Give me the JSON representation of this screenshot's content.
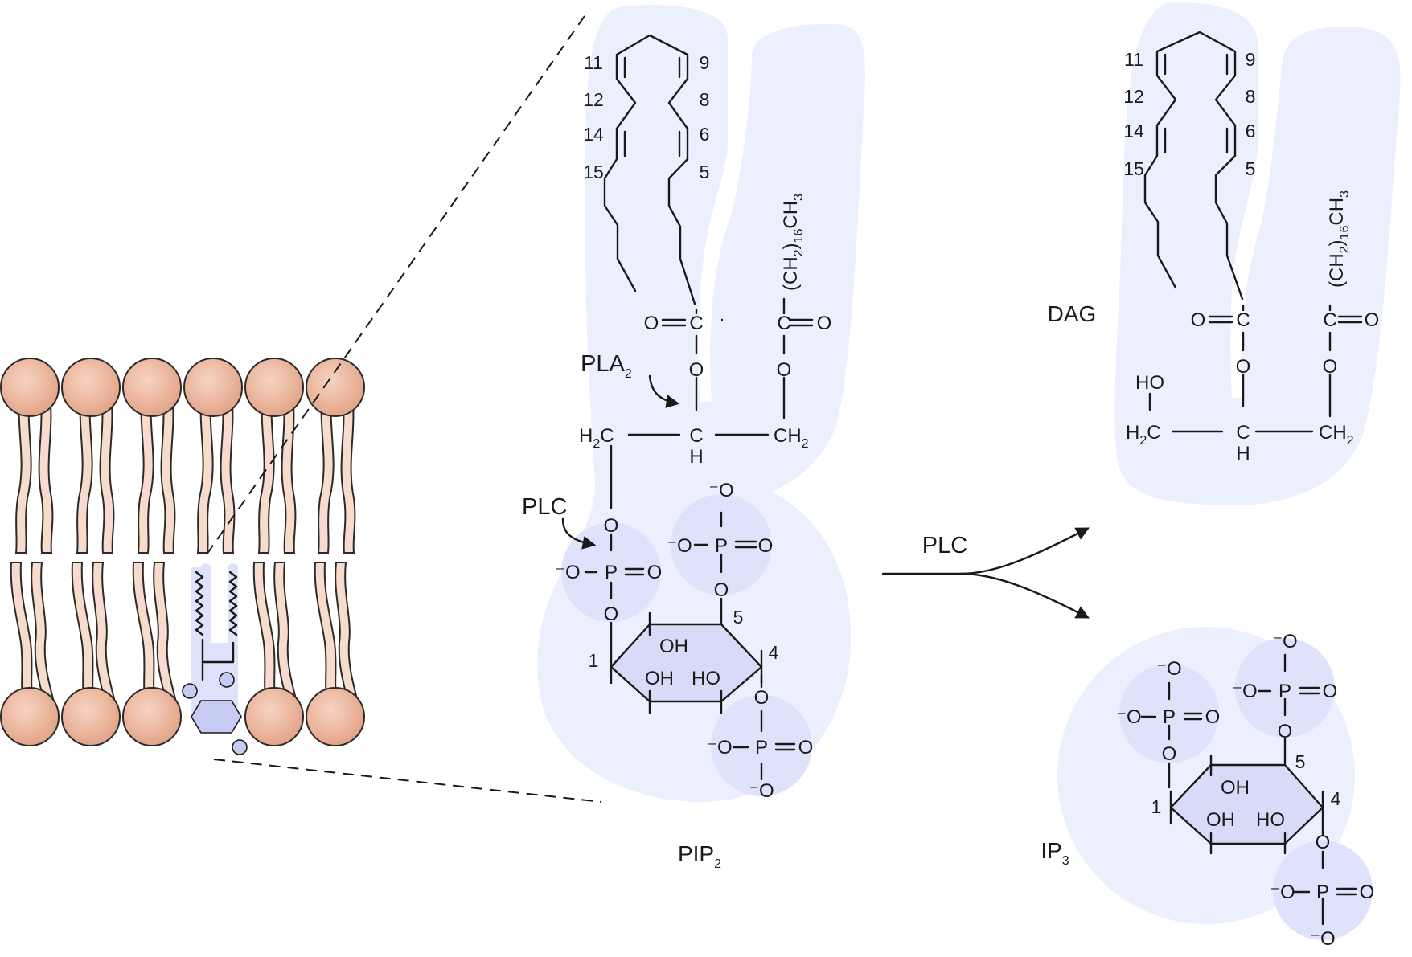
{
  "colors": {
    "highlight_region": "#eceffd",
    "phosphate_region": "#dfe2fb",
    "lipid_head": "#eab59c",
    "lipid_tail": "#f7dccd",
    "outline": "#1a1a1a",
    "inositol_fill": "#c6cbf3"
  },
  "labels": {
    "pip2": "PIP",
    "pip2_sub": "2",
    "ip3": "IP",
    "ip3_sub": "3",
    "dag": "DAG"
  },
  "enzymes": {
    "pla2": "PLA",
    "pla2_sub": "2",
    "plc_site": "PLC",
    "plc_reaction": "PLC"
  },
  "chain_numbers": {
    "left_chain": [
      "11",
      "12",
      "14",
      "15"
    ],
    "right_chain": [
      "9",
      "8",
      "6",
      "5"
    ]
  },
  "ring_positions": [
    "1",
    "4",
    "5"
  ],
  "atoms": {
    "o": "O",
    "p": "P",
    "c": "C",
    "h": "H",
    "oh": "OH",
    "ho": "HO",
    "o_minus": "⁻O",
    "minus": "⁻",
    "h2c": "H",
    "ch2": "CH",
    "stearoyl_a": "(CH",
    "stearoyl_b": ")",
    "stearoyl_c": "CH",
    "sub_2": "2",
    "sub_16": "16",
    "sub_3": "3"
  }
}
